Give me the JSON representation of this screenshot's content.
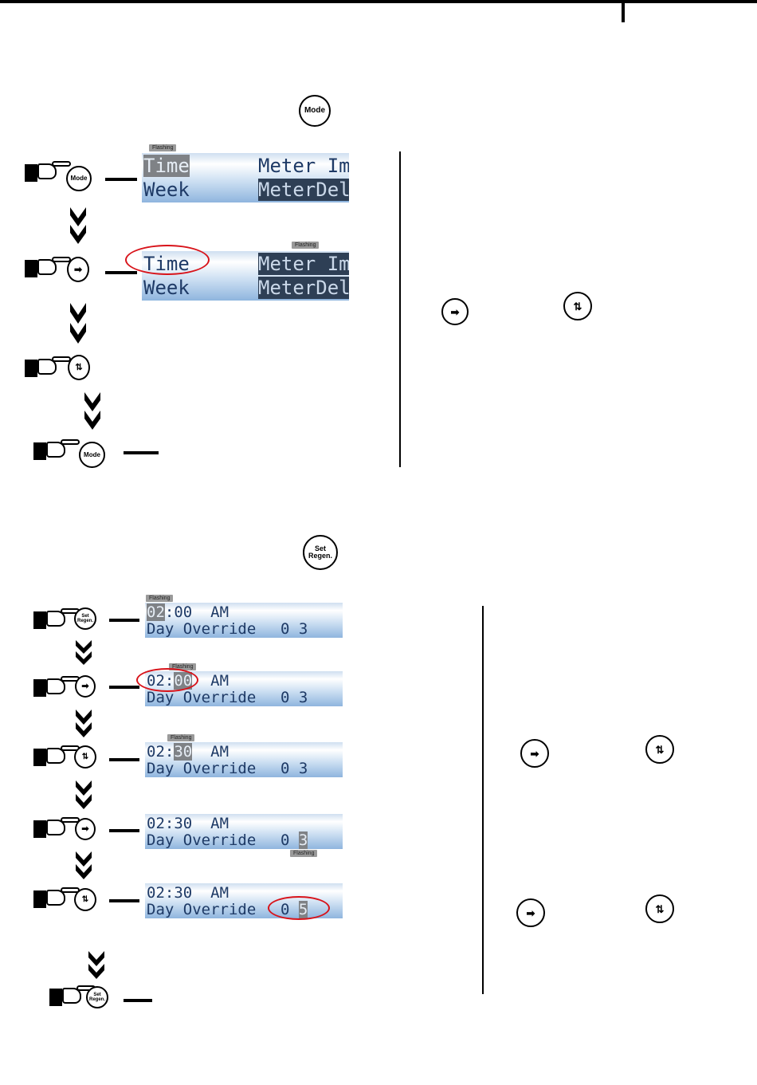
{
  "buttons": {
    "mode": "Mode",
    "set_regen": "Set\nRegen."
  },
  "indicator": "Flashing",
  "section1": {
    "screen1": {
      "left1": "Time",
      "right1": "Meter Imm.",
      "left2": "Week",
      "right2": "MeterDelay"
    },
    "screen2": {
      "left1": "Time",
      "right1": "Meter Imm.",
      "left2": "Week",
      "right2": "MeterDelay"
    }
  },
  "section2": {
    "row2_label": "Day Override",
    "screen1": {
      "hh": "02",
      "mm": "00",
      "ampm": "AM",
      "d1": "0",
      "d2": "3"
    },
    "screen2": {
      "hh": "02",
      "mm": "00",
      "ampm": "AM",
      "d1": "0",
      "d2": "3"
    },
    "screen3": {
      "hh": "02",
      "mm": "30",
      "ampm": "AM",
      "d1": "0",
      "d2": "3"
    },
    "screen4": {
      "hh": "02",
      "mm": "30",
      "ampm": "AM",
      "d1": "0",
      "d2": "3"
    },
    "screen5": {
      "hh": "02",
      "mm": "30",
      "ampm": "AM",
      "d1": "0",
      "d2": "5"
    }
  },
  "icons": {
    "mode_button": "mode-button-icon",
    "arrow_button": "right-arrow-button-icon",
    "updown_button": "up-down-toggle-icon",
    "set_regen_button": "set-regen-button-icon",
    "hand": "pointing-hand-icon",
    "chevron": "double-chevron-down-icon"
  },
  "colors": {
    "highlight_ring": "#d8131a",
    "lcd_text": "#1e3a66",
    "lcd_bottom": "#8fb5de"
  }
}
